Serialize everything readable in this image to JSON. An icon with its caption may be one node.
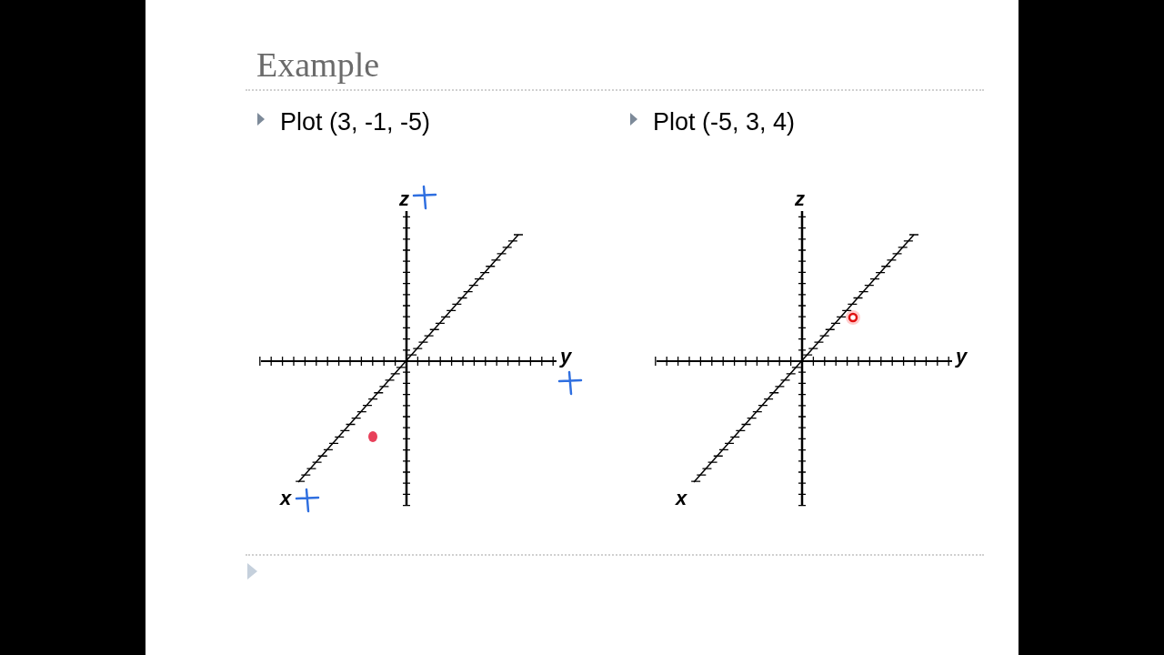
{
  "diagram": {
    "title": "Example",
    "labels": [
      "Plot (3, -1, -5)",
      "Plot (-5, 3, 4)",
      "z",
      "y",
      "x",
      "z",
      "y",
      "x"
    ]
  }
}
